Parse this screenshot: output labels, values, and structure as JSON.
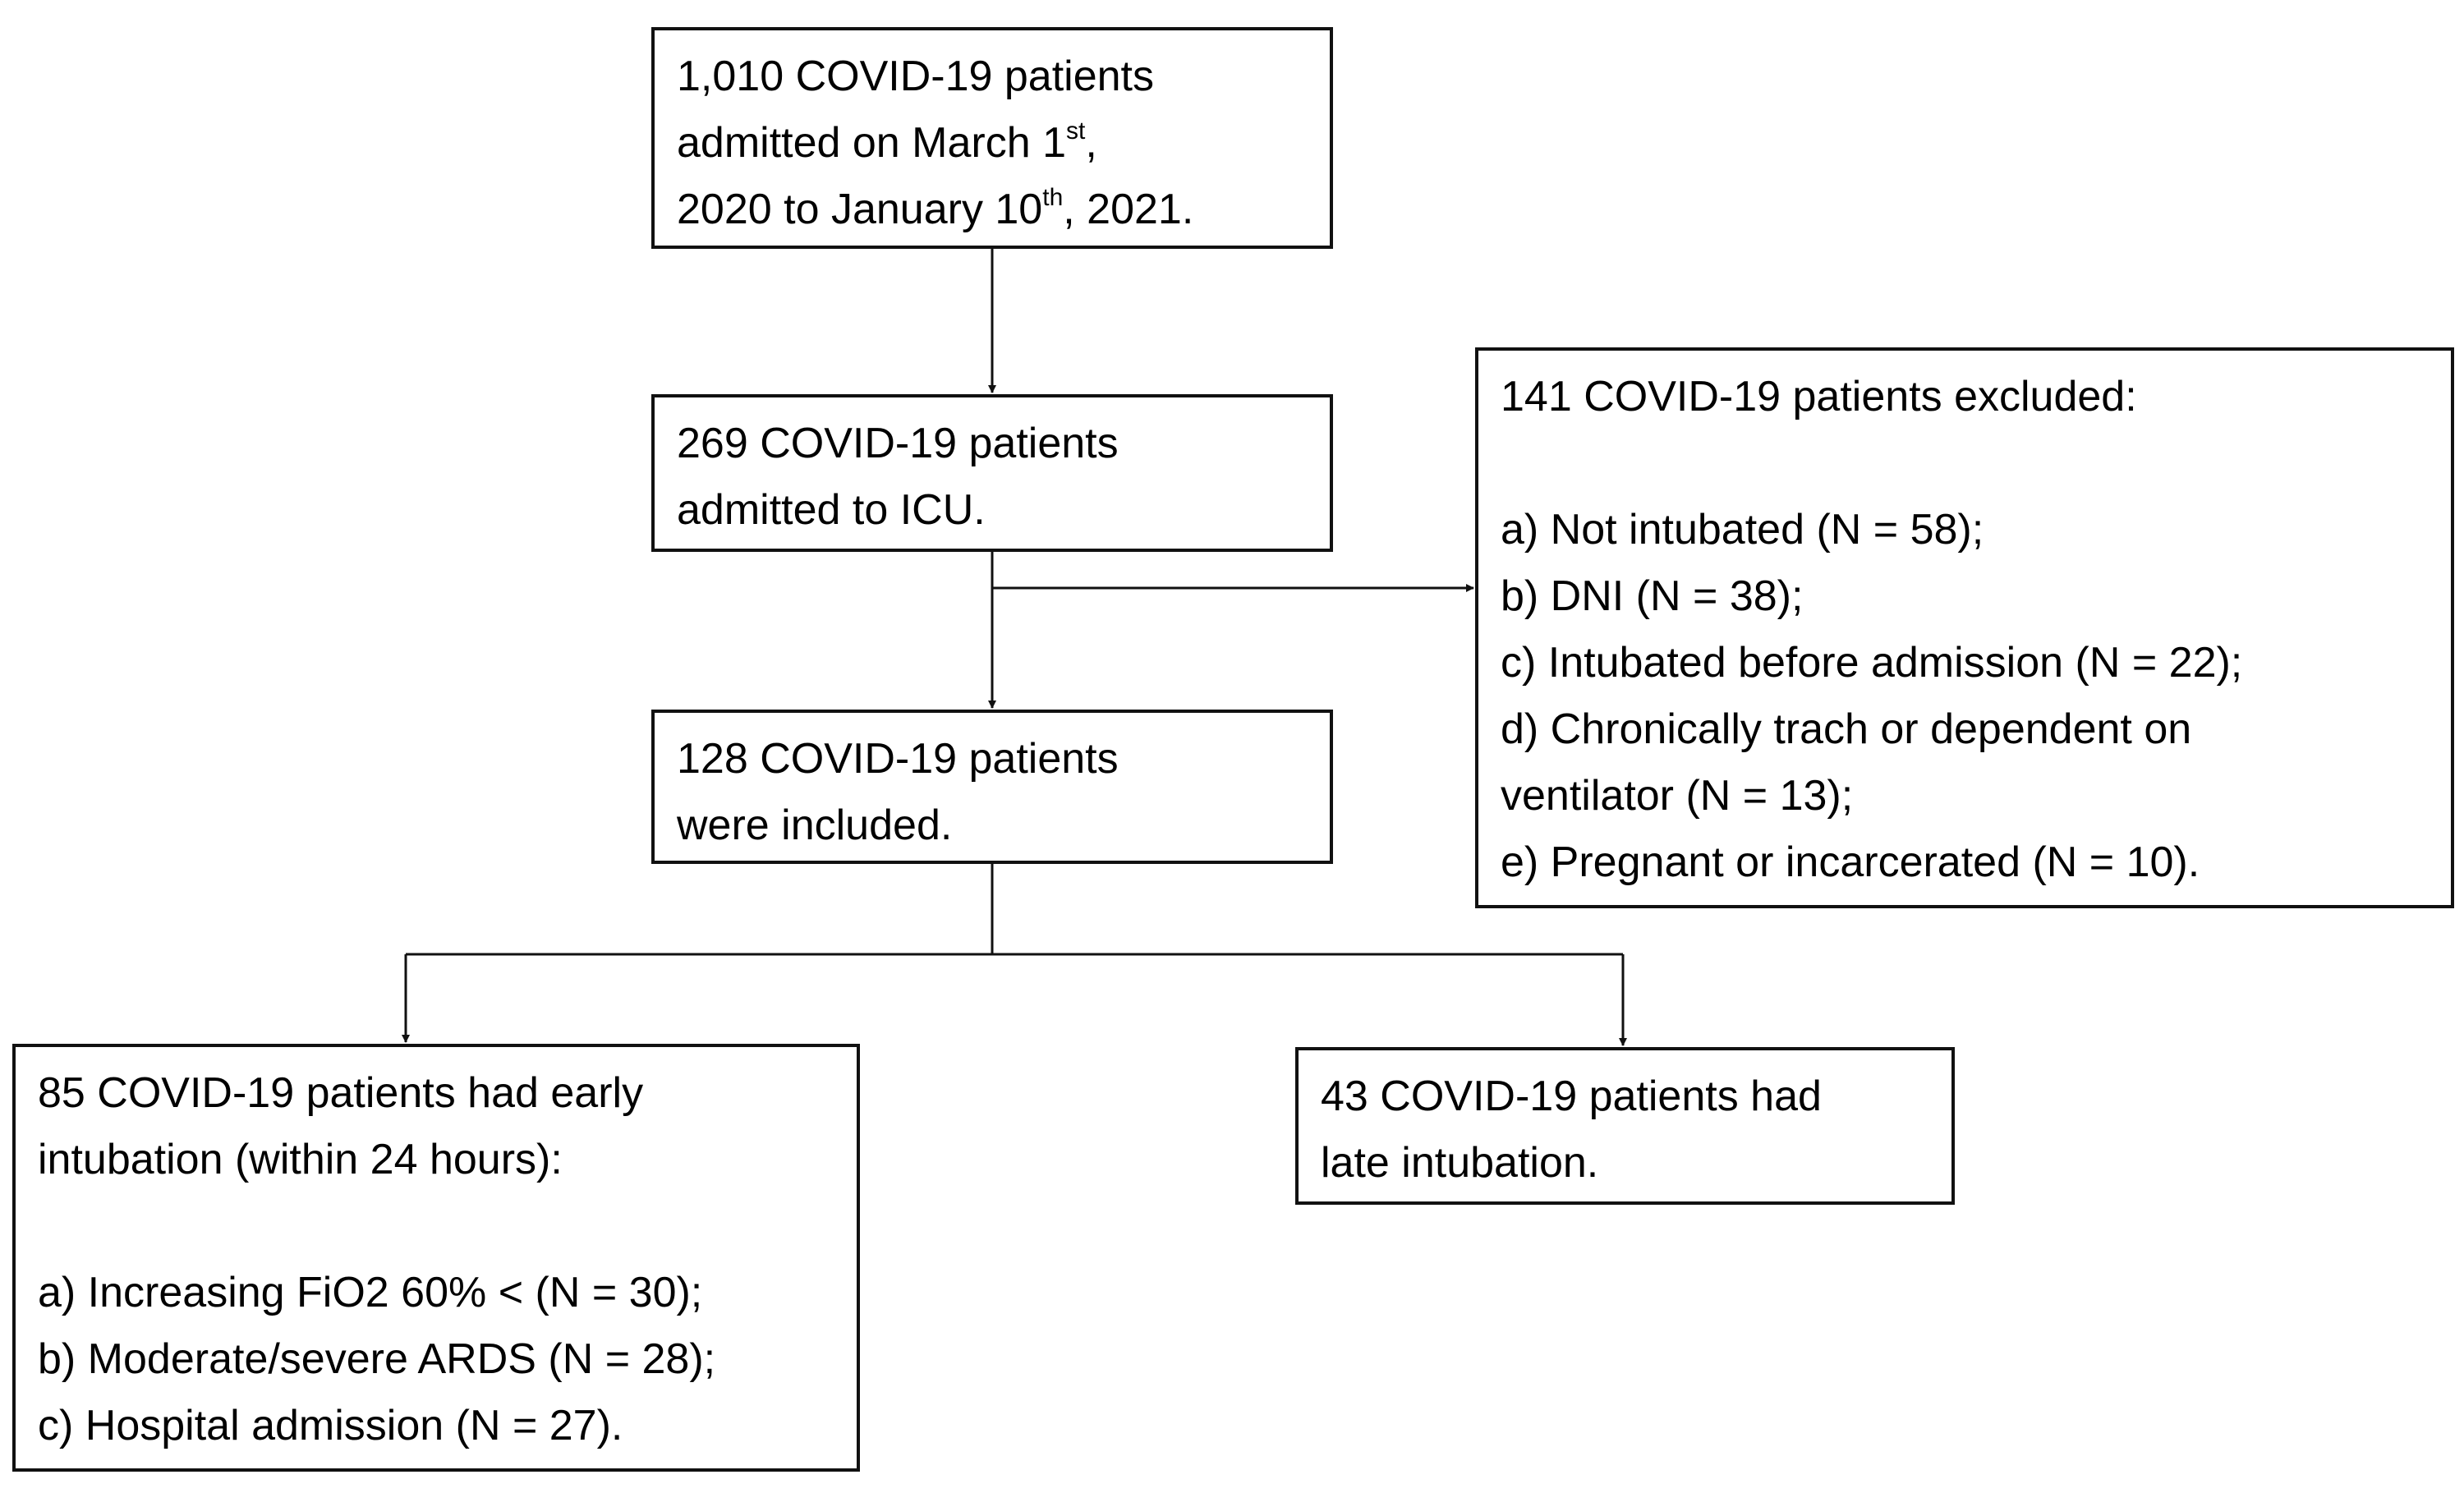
{
  "boxes": {
    "admitted": {
      "line1": "1,010 COVID-19 patients",
      "line2_pre": "admitted on March 1",
      "line2_sup": "st",
      "line2_post": ",",
      "line3_pre": "2020 to January 10",
      "line3_sup": "th",
      "line3_post": ", 2021."
    },
    "icu": {
      "lines": [
        "269 COVID-19 patients",
        "admitted to ICU."
      ]
    },
    "included": {
      "lines": [
        "128 COVID-19 patients",
        "were included."
      ]
    },
    "excluded": {
      "title": "141 COVID-19 patients excluded:",
      "lines": [
        "a) Not intubated (N = 58);",
        "b) DNI (N = 38);",
        "c) Intubated before admission (N = 22);",
        "d) Chronically trach or dependent on",
        "ventilator (N = 13);",
        "e) Pregnant or incarcerated (N = 10)."
      ]
    },
    "early": {
      "lines": [
        "85 COVID-19 patients had early",
        "intubation (within 24 hours):"
      ],
      "items": [
        "a) Increasing FiO2 60% < (N = 30);",
        "b) Moderate/severe ARDS (N = 28);",
        "c) Hospital admission (N = 27)."
      ]
    },
    "late": {
      "lines": [
        "43 COVID-19 patients had",
        "late intubation."
      ]
    }
  }
}
